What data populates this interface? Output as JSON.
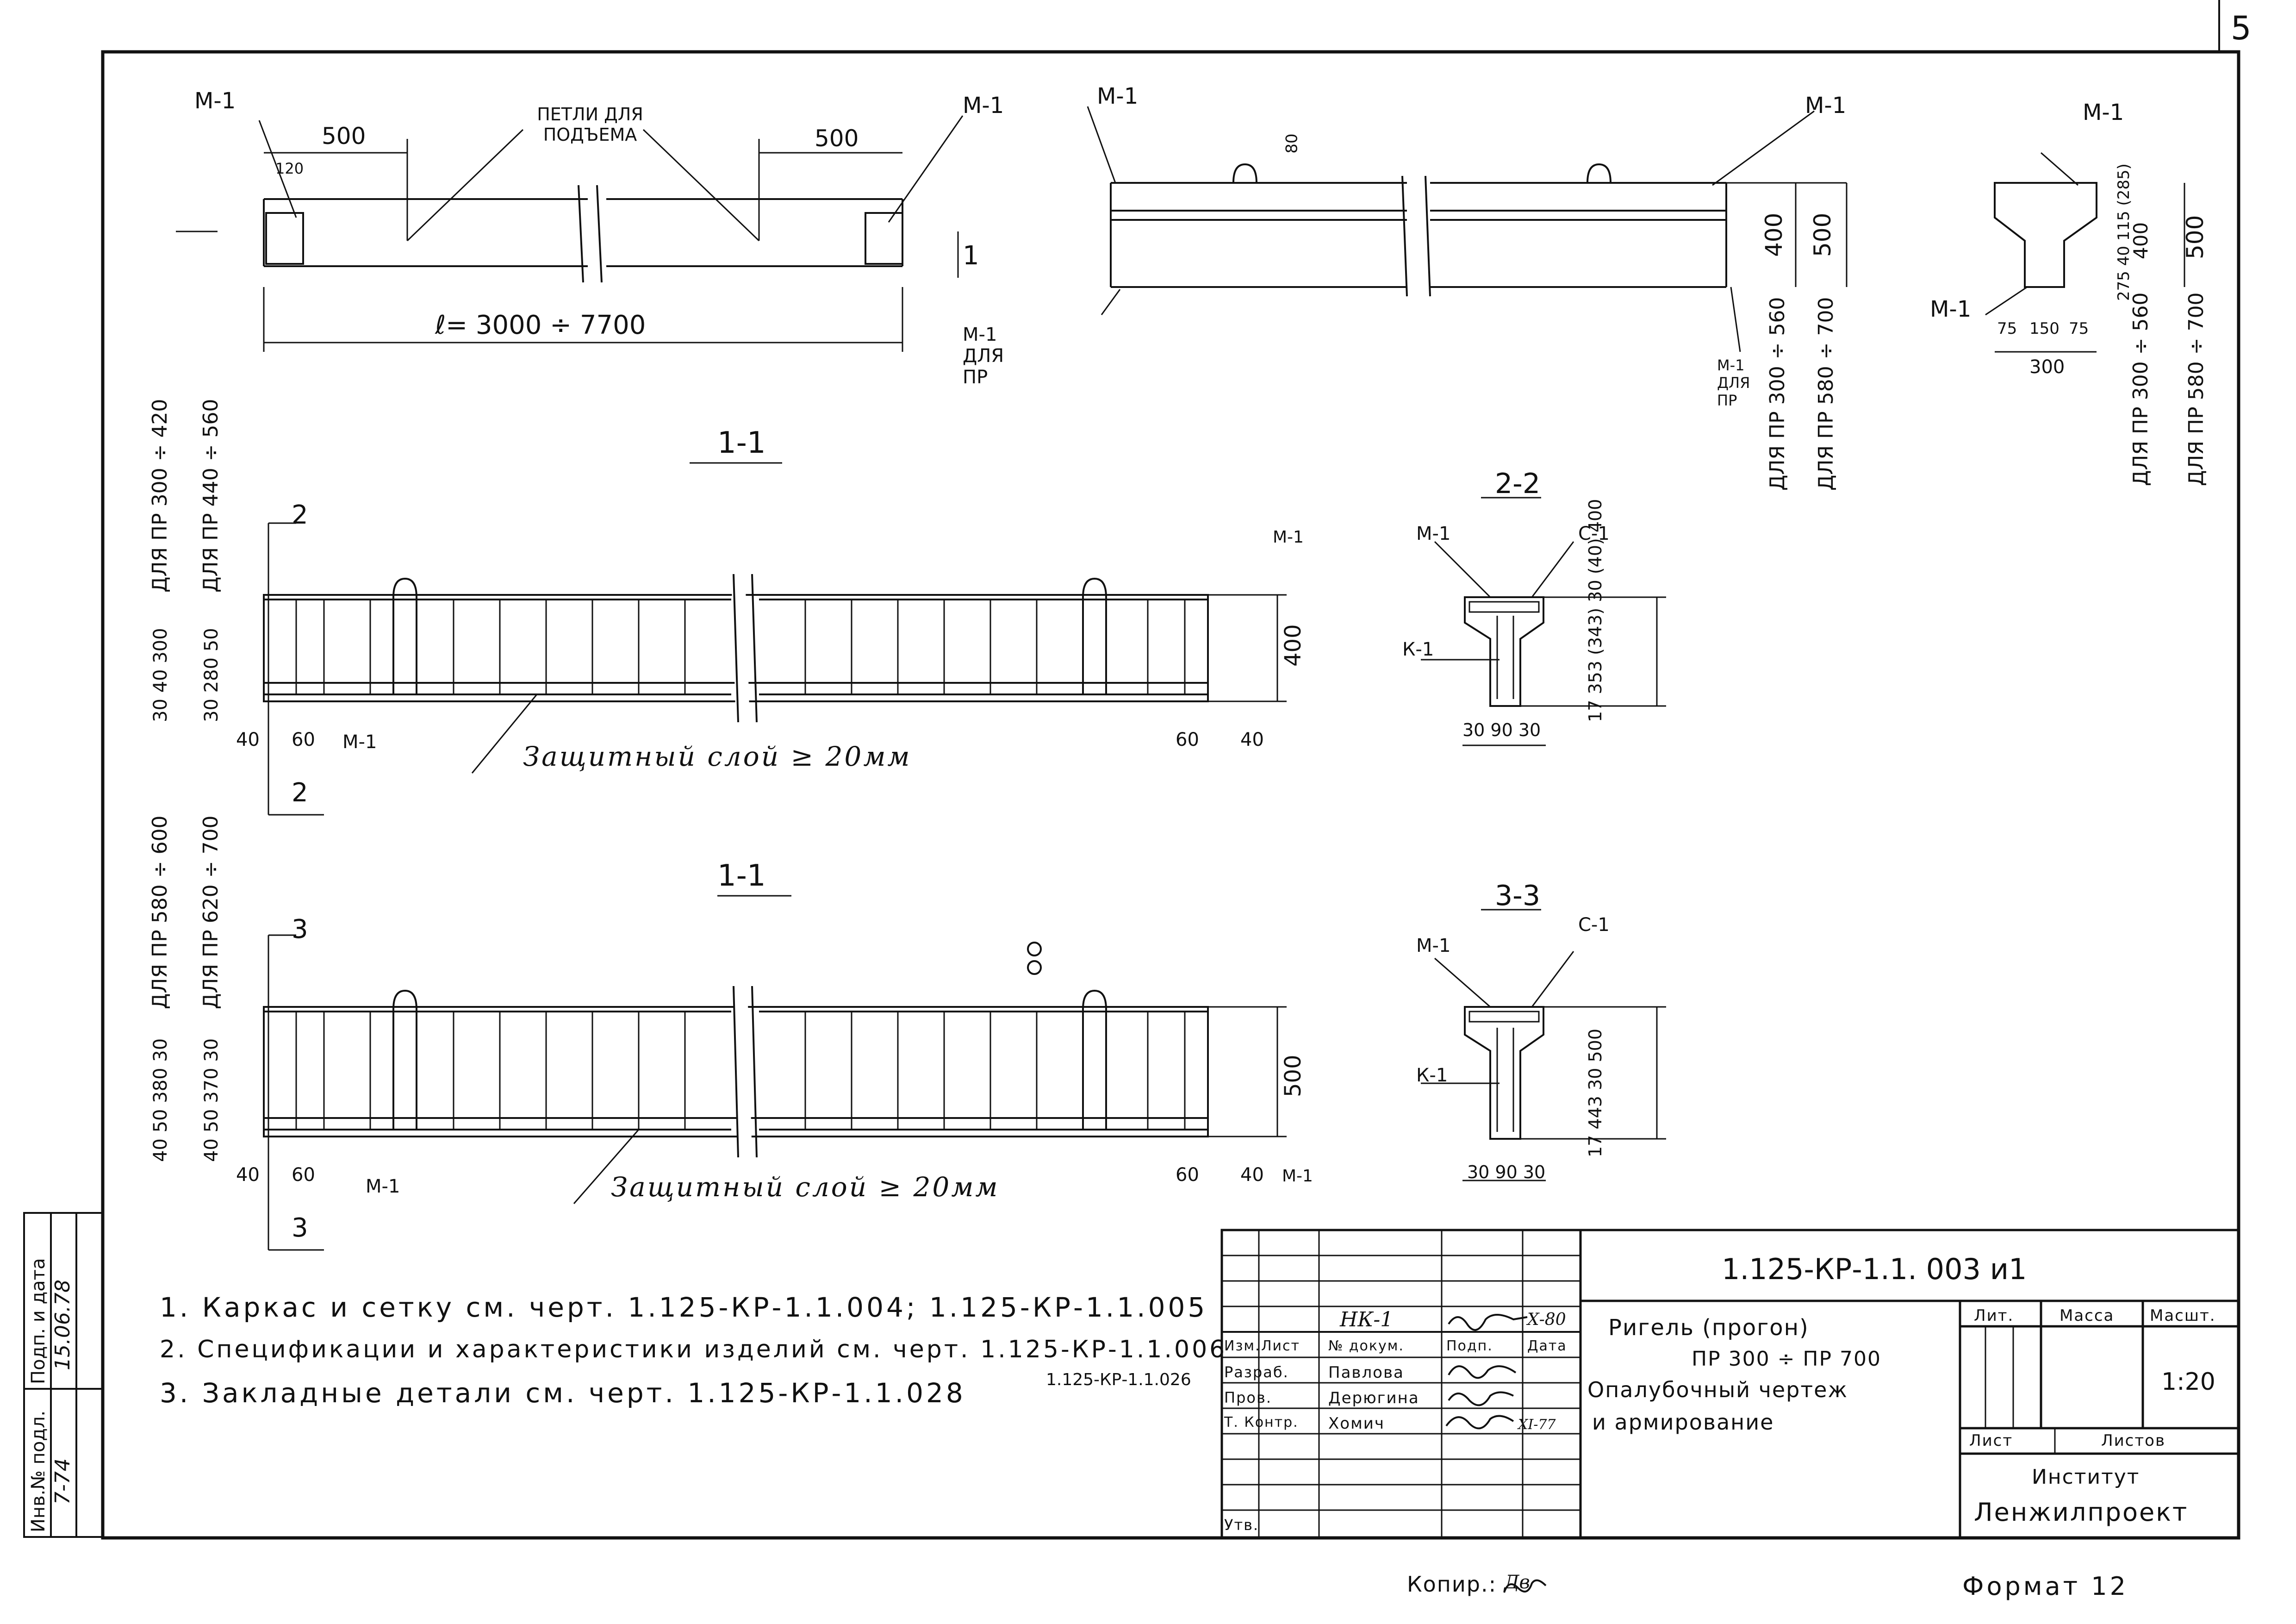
{
  "sheet_number": "5",
  "header_labels": {
    "m1_a": "М-1",
    "lifting_loops": "ПЕТЛИ ДЛЯ ПОДЪЕМА",
    "m1_b": "М-1",
    "m1_c": "М-1",
    "m1_d": "М-1",
    "m1_e": "М-1",
    "m1_for_pr": "М-1 ДЛЯ ПР",
    "m1_for_pr2": "М-1 ДЛЯ ПР",
    "m1_f": "М-1",
    "span_range": "ℓ= 3000 ÷ 7700",
    "dim_500_left": "500",
    "dim_500_right": "500",
    "dim_120": "120",
    "dim_80": "80",
    "section_mark": "1"
  },
  "elevation_dims": {
    "h400": "400",
    "h500": "500",
    "range_a": "ДЛЯ ПР 300 ÷ 560",
    "range_b": "ДЛЯ ПР 580 ÷ 700",
    "cs_dims": "275 40 115 (285)",
    "cs_400": "400",
    "cs_500": "500",
    "cs_w1": "75",
    "cs_w2": "150",
    "cs_w3": "75",
    "cs_w": "300"
  },
  "section_views": {
    "sec1_title": "1-1",
    "sec1_ranges": [
      "ДЛЯ ПР 300 ÷ 420",
      "ДЛЯ ПР 440 ÷ 560"
    ],
    "sec1_dims": [
      "30 40 300",
      "30 280 50"
    ],
    "sec1_height": "400",
    "sec1_cover": "Защитный слой ≥ 20мм",
    "sec1_cut": "2",
    "sec2_title": "1-1",
    "sec2_ranges": [
      "ДЛЯ ПР 580 ÷ 600",
      "ДЛЯ ПР 620 ÷ 700"
    ],
    "sec2_dims": [
      "40 50 380 30",
      "40 50 370 30"
    ],
    "sec2_height": "500",
    "sec2_cover": "Защитный слой ≥ 20мм",
    "sec2_cut": "3",
    "end_40": "40",
    "end_60": "60",
    "m1": "М-1"
  },
  "cross_sections": {
    "s22_title": "2-2",
    "s33_title": "3-3",
    "m1": "М-1",
    "c1": "С-1",
    "k1": "К-1",
    "s22_dims": "17 353 (343) 30 (40) 400",
    "s33_dims": "17 443 30 500",
    "bottom_dims": "30 90 30"
  },
  "notes": [
    "1. Каркас и сетку см. черт. 1.125-КР-1.1.004; 1.125-КР-1.1.005",
    "2. Спецификации и характеристики изделий см. черт. 1.125-КР-1.1.006",
    "3. Закладные детали см. черт. 1.125-КР-1.1.028"
  ],
  "note2_extra": "1.125-КР-1.1.026",
  "side_stamp": {
    "labels": [
      "Инв.№ подл.",
      "Подп. и дата"
    ],
    "values": [
      "7-74",
      "15.06.78"
    ]
  },
  "title_block": {
    "doc_code": "1.125-КР-1.1. 003 и1",
    "title_lines": [
      "Ригель (прогон)",
      "ПР 300 ÷ ПР 700",
      "Опалубочный чертеж",
      "и армирование"
    ],
    "change_row": {
      "label": "НК-1",
      "sign": "",
      "date": "Х-80"
    },
    "headers": [
      "Изм.",
      "Лист",
      "№ докум.",
      "Подп.",
      "Дата"
    ],
    "roles": [
      {
        "role": "Разраб.",
        "name": "Павлова"
      },
      {
        "role": "Пров.",
        "name": "Дерюгина"
      },
      {
        "role": "Т. Контр.",
        "name": "Хомич"
      },
      {
        "role": "",
        "name": ""
      },
      {
        "role": "Утв.",
        "name": ""
      }
    ],
    "sign_date": "XI-77",
    "lit_label": "Лит.",
    "mass_label": "Масса",
    "scale_label": "Масшт.",
    "scale": "1:20",
    "sheet_label": "Лист",
    "sheets_label": "Листов",
    "org_line1": "Институт",
    "org_line2": "Ленжилпроект"
  },
  "footer": {
    "copied": "Копир.:",
    "copied_sign": "Дв",
    "format": "Формат 12"
  }
}
